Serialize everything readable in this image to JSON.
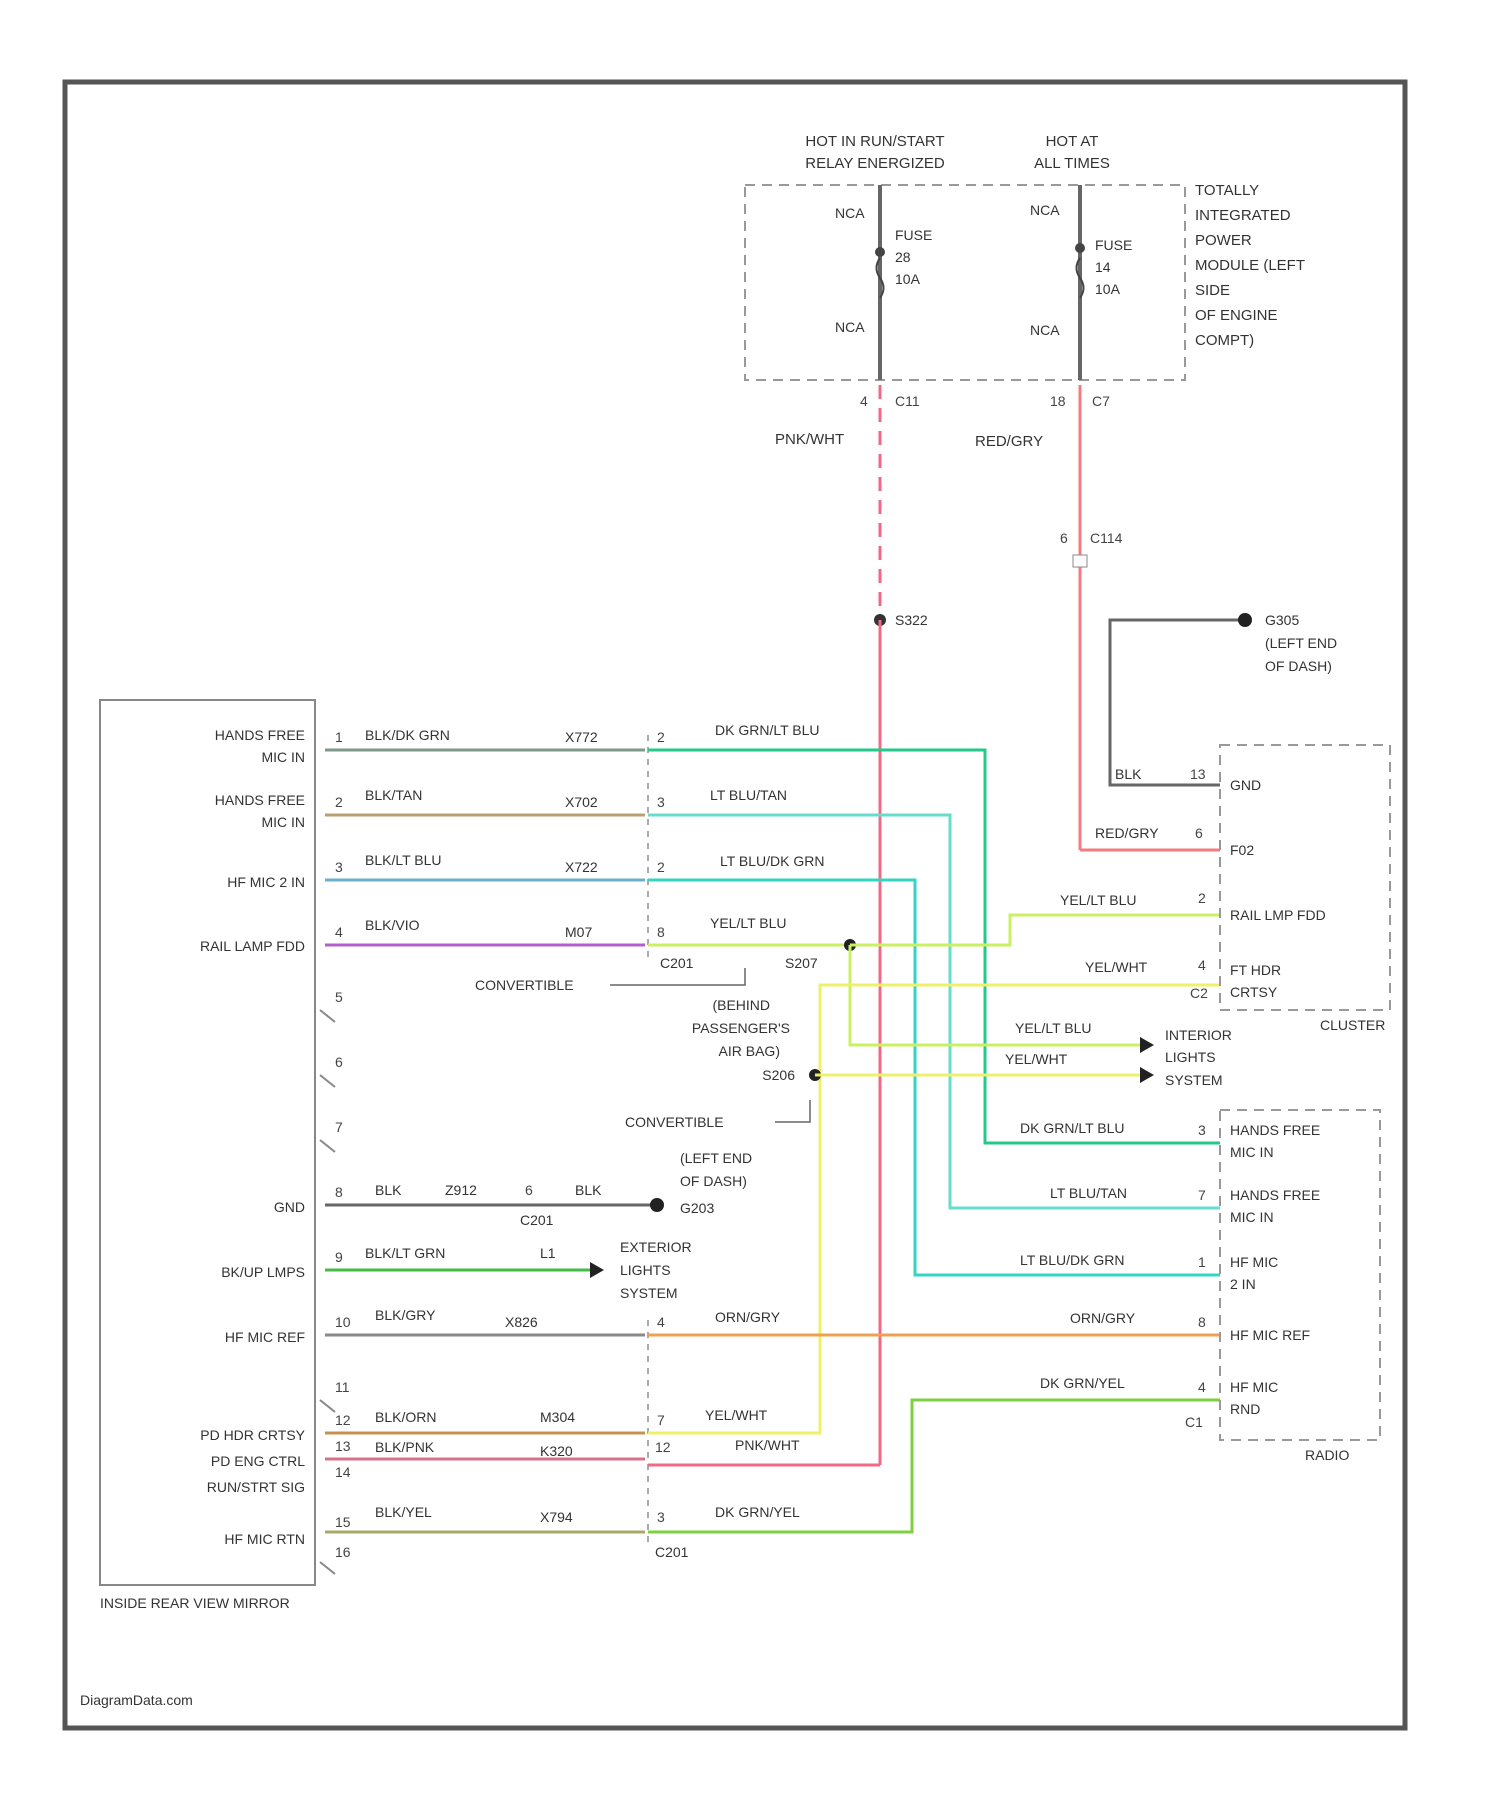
{
  "title_top_left_fuse": [
    "HOT IN RUN/START",
    "RELAY ENERGIZED"
  ],
  "title_top_right_fuse": [
    "HOT AT",
    "ALL TIMES"
  ],
  "tipm_label": [
    "TOTALLY",
    "INTEGRATED",
    "POWER",
    "MODULE (LEFT",
    "SIDE",
    "OF ENGINE",
    "COMPT)"
  ],
  "fuse_left": {
    "name": [
      "FUSE",
      "28",
      "10A"
    ],
    "nca_top": "NCA",
    "nca_bottom": "NCA",
    "pin": "4",
    "conn": "C11"
  },
  "fuse_right": {
    "name": [
      "FUSE",
      "14",
      "10A"
    ],
    "nca_top": "NCA",
    "nca_bottom": "NCA",
    "pin": "18",
    "conn": "C7"
  },
  "wire_pnk_wht": "PNK/WHT",
  "wire_red_gry": "RED/GRY",
  "c114": {
    "pin": "6",
    "conn": "C114"
  },
  "s322": "S322",
  "g305": [
    "G305",
    "(LEFT END",
    "OF DASH)"
  ],
  "mirror": {
    "name": "INSIDE REAR VIEW MIRROR",
    "pins": [
      {
        "label": [
          "HANDS FREE",
          "MIC IN"
        ],
        "pin": "1",
        "wire": "BLK/DK GRN",
        "circuit": "X772",
        "c_pin": "2",
        "out": "DK GRN/LT BLU"
      },
      {
        "label": [
          "HANDS FREE",
          "MIC IN"
        ],
        "pin": "2",
        "wire": "BLK/TAN",
        "circuit": "X702",
        "c_pin": "3",
        "out": "LT BLU/TAN"
      },
      {
        "label": [
          "HF MIC 2 IN"
        ],
        "pin": "3",
        "wire": "BLK/LT BLU",
        "circuit": "X722",
        "c_pin": "2",
        "out": "LT BLU/DK GRN"
      },
      {
        "label": [
          "RAIL LAMP FDD"
        ],
        "pin": "4",
        "wire": "BLK/VIO",
        "circuit": "M07",
        "c_pin": "8",
        "out": "YEL/LT BLU"
      }
    ],
    "pin5": "5",
    "pin6": "6",
    "pin7": "7",
    "gnd": {
      "label": "GND",
      "pin": "8",
      "wire": "BLK",
      "circuit": "Z912",
      "c_pin": "6",
      "wire2": "BLK",
      "conn": "C201",
      "ground": "G203"
    },
    "bkup": {
      "label": "BK/UP LMPS",
      "pin": "9",
      "wire": "BLK/LT GRN",
      "circuit": "L1"
    },
    "hfref": {
      "label": "HF MIC REF",
      "pin": "10",
      "wire": "BLK/GRY",
      "circuit": "X826",
      "c_pin": "4",
      "out": "ORN/GRY"
    },
    "pin11": "11",
    "pd12": {
      "label": "PD HDR CRTSY",
      "pin": "12",
      "wire": "BLK/ORN",
      "circuit": "M304",
      "c_pin": "7",
      "out": "YEL/WHT"
    },
    "pd13": {
      "label": "PD ENG CTRL",
      "pin": "13",
      "wire": "BLK/PNK",
      "circuit": "K320",
      "c_pin": "12",
      "out": "PNK/WHT"
    },
    "run14": {
      "label": "RUN/STRT SIG",
      "pin": "14"
    },
    "hfrtn": {
      "label": "HF MIC RTN",
      "pin": "15",
      "wire": "BLK/YEL",
      "circuit": "X794",
      "c_pin": "3",
      "out": "DK GRN/YEL",
      "conn": "C201"
    },
    "pin16": "16",
    "c201_label": "C201"
  },
  "convertible_1": "CONVERTIBLE",
  "convertible_2": "CONVERTIBLE",
  "s207": "S207",
  "s206": [
    "(BEHIND",
    "PASSENGER'S",
    "AIR BAG)",
    "S206"
  ],
  "ext_lights": [
    "EXTERIOR",
    "LIGHTS",
    "SYSTEM"
  ],
  "ext_lights_2": [
    "INTERIOR",
    "LIGHTS",
    "SYSTEM"
  ],
  "ext_lights_bkup": [
    "EXTERIOR",
    "LIGHTS",
    "SYSTEM"
  ],
  "g203_label": [
    "(LEFT END",
    "OF DASH)",
    "G203"
  ],
  "int_wire_1": "YEL/LT BLU",
  "int_wire_2": "YEL/WHT",
  "cluster": {
    "name": "CLUSTER",
    "pins": [
      {
        "label": "GND",
        "pin": "13",
        "wire": "BLK"
      },
      {
        "label": "F02",
        "pin": "6",
        "wire": "RED/GRY"
      },
      {
        "label": "RAIL LMP FDD",
        "pin": "2",
        "wire": "YEL/LT BLU"
      },
      {
        "label": [
          "FT HDR",
          "CRTSY"
        ],
        "pin": "4",
        "wire": "YEL/WHT",
        "conn": "C2"
      }
    ]
  },
  "radio": {
    "name": "RADIO",
    "pins": [
      {
        "label": [
          "HANDS FREE",
          "MIC IN"
        ],
        "pin": "3",
        "wire": "DK GRN/LT BLU"
      },
      {
        "label": [
          "HANDS FREE",
          "MIC IN"
        ],
        "pin": "7",
        "wire": "LT BLU/TAN"
      },
      {
        "label": [
          "HF MIC",
          "2 IN"
        ],
        "pin": "1",
        "wire": "LT BLU/DK GRN"
      },
      {
        "label": [
          "HF MIC REF"
        ],
        "pin": "8",
        "wire": "ORN/GRY"
      },
      {
        "label": [
          "HF MIC",
          "RND"
        ],
        "pin": "4",
        "wire": "DK GRN/YEL",
        "conn": "C1"
      }
    ]
  },
  "watermark": "DiagramData.com",
  "colors": {
    "dk_grn_lt_blu": "#22c98a",
    "lt_blu_tan": "#66dccc",
    "lt_blu_dk_grn": "#33d4c0",
    "yel_lt_blu": "#c8f060",
    "yel_wht": "#eef06a",
    "pnk_wht": "#f06a88",
    "red_gry": "#f27c80",
    "orn_gry": "#f0a050",
    "dk_grn_yel": "#7ed040",
    "blk_dk_grn": "#7e9a8a",
    "blk_tan": "#b8a070",
    "blk_lt_blu": "#6ab0cc",
    "blk_vio": "#b060c8",
    "blk": "#666666",
    "blk_lt_grn": "#44bb44",
    "blk_gry": "#8a8a8a",
    "blk_orn": "#c89050",
    "blk_pnk": "#d8708a",
    "blk_yel": "#a8a868"
  }
}
